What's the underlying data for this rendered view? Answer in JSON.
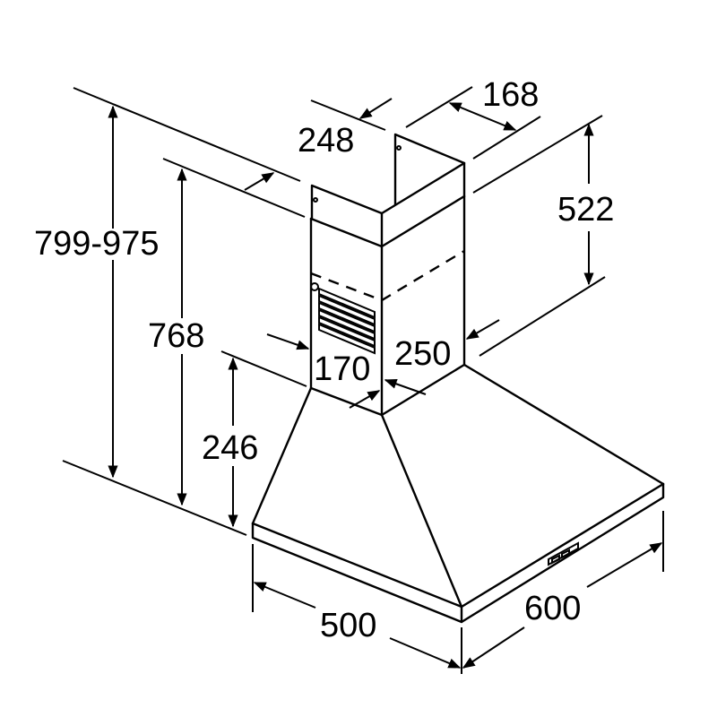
{
  "title": "Chimney cooker hood dimension drawing",
  "units": "mm",
  "dimensions": {
    "total_height_range": "799-975",
    "height_768": "768",
    "hood_height": "246",
    "upper_chimney_depth": "248",
    "upper_chimney_width": "168",
    "upper_chimney_height": "522",
    "lower_chimney_width": "170",
    "lower_chimney_depth": "250",
    "hood_depth": "500",
    "hood_width": "600"
  },
  "colors": {
    "line": "#000000",
    "background": "#ffffff"
  }
}
